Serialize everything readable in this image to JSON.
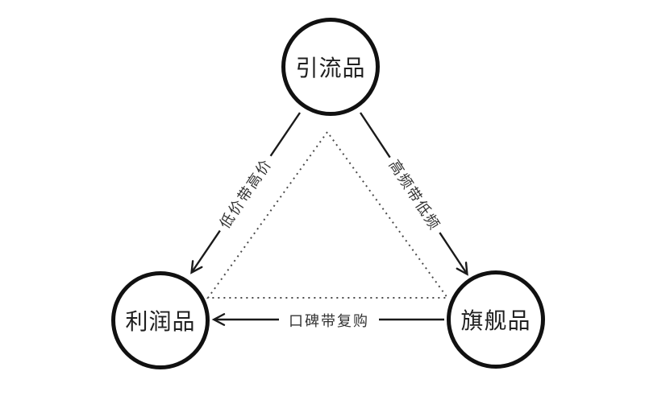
{
  "diagram": {
    "title": "product-roles-triangle",
    "background_color": "#ffffff",
    "stroke_color": "#1a1a1a",
    "dotted_line_color": "#4a4a4a",
    "label_text_color": "#333333",
    "nodes": [
      {
        "id": "traffic-product",
        "label": "引流品",
        "position": "top"
      },
      {
        "id": "profit-product",
        "label": "利润品",
        "position": "bottom-left"
      },
      {
        "id": "flagship-product",
        "label": "旗舰品",
        "position": "bottom-right"
      }
    ],
    "edges": [
      {
        "from": "引流品",
        "to": "利润品",
        "label": "低价带高价",
        "style": "solid-arrow"
      },
      {
        "from": "引流品",
        "to": "旗舰品",
        "label": "高频带低频",
        "style": "solid-arrow"
      },
      {
        "from": "旗舰品",
        "to": "利润品",
        "label": "口碑带复购",
        "style": "solid-arrow"
      }
    ],
    "inner_triangle": {
      "style": "dotted",
      "closed": true
    }
  }
}
